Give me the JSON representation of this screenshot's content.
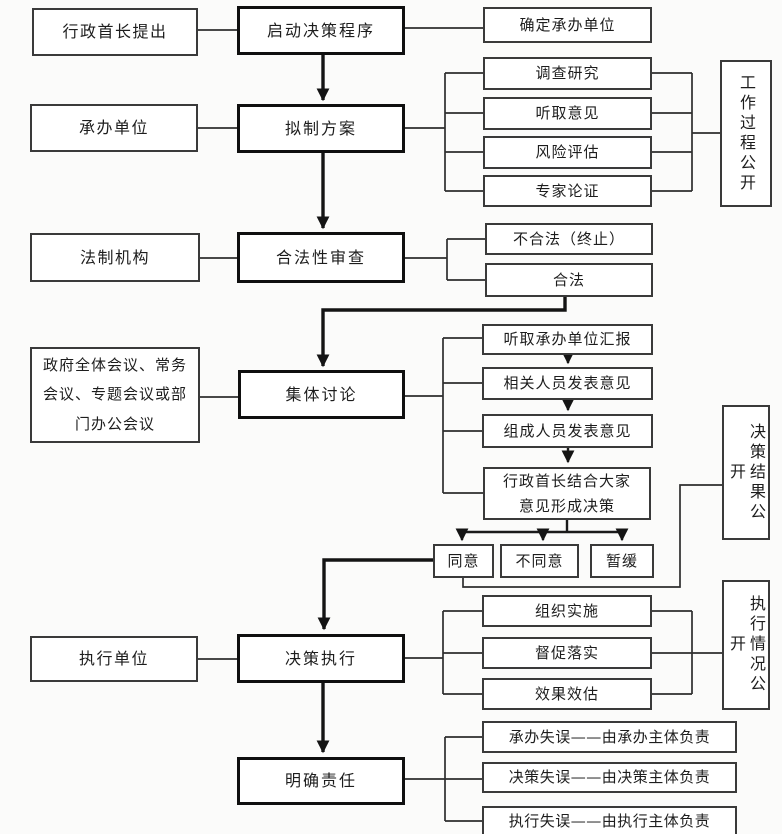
{
  "colors": {
    "line": "#2e2e2e",
    "thick_line": "#141414",
    "box_background": "#ffffff",
    "page_background": "#fbfbfa",
    "text": "#1d1d1d"
  },
  "nodes": {
    "proposer": {
      "label": "行政首长提出"
    },
    "start": {
      "label": "启动决策程序"
    },
    "confirm_unit": {
      "label": "确定承办单位"
    },
    "undertaker": {
      "label": "承办单位"
    },
    "draft_plan": {
      "label": "拟制方案"
    },
    "investigate": {
      "label": "调查研究"
    },
    "listen_opinions": {
      "label": "听取意见"
    },
    "risk_assess": {
      "label": "风险评估"
    },
    "expert_review": {
      "label": "专家论证"
    },
    "process_open": {
      "label": "工作过程公开"
    },
    "legal_office": {
      "label": "法制机构"
    },
    "legality_review": {
      "label": "合法性审查"
    },
    "illegal": {
      "label": "不合法（终止）"
    },
    "legal_ok": {
      "label": "合法"
    },
    "meetings": {
      "label": "政府全体会议、常务会议、专题会议或部门办公会议"
    },
    "group_discussion": {
      "label": "集体讨论"
    },
    "hear_report": {
      "label": "听取承办单位汇报"
    },
    "related_opinions": {
      "label": "相关人员发表意见"
    },
    "member_opinions": {
      "label": "组成人员发表意见"
    },
    "leader_decision": {
      "label": "行政首长结合大家意见形成决策"
    },
    "agree": {
      "label": "同意"
    },
    "disagree": {
      "label": "不同意"
    },
    "postpone": {
      "label": "暂缓"
    },
    "result_open": {
      "label": "决策结果公开"
    },
    "executing_unit": {
      "label": "执行单位"
    },
    "decision_execute": {
      "label": "决策执行"
    },
    "organize": {
      "label": "组织实施"
    },
    "supervise": {
      "label": "督促落实"
    },
    "evaluate": {
      "label": "效果效估"
    },
    "exec_open": {
      "label": "执行情况公开"
    },
    "clarify_responsibility": {
      "label": "明确责任"
    },
    "fault_undertake": {
      "label": "承办失误——由承办主体负责"
    },
    "fault_decision": {
      "label": "决策失误——由决策主体负责"
    },
    "fault_execute": {
      "label": "执行失误——由执行主体负责"
    }
  }
}
